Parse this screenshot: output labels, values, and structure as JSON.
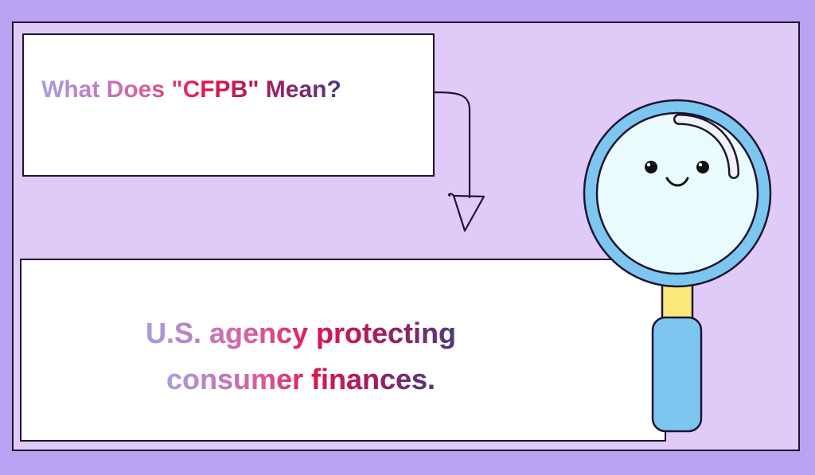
{
  "colors": {
    "background": "#b9a2f2",
    "panel": "#e0cbf8",
    "box": "#ffffff",
    "outline": "#1e1530",
    "lens_ring": "#7cc6f0",
    "lens_glass": "#e9fbfd",
    "handle_neck": "#fbe97a",
    "handle_grip": "#7cc6f0",
    "text_gradient": [
      "#a79ee0",
      "#d5609e",
      "#e0154e",
      "#9c2060",
      "#4a3a7c"
    ]
  },
  "question": {
    "text": "What Does \"CFPB\" Mean?"
  },
  "answer": {
    "line1": "U.S. agency protecting",
    "line2": "consumer finances."
  },
  "illustration": {
    "arrow_icon": "hand-drawn-arrow-down",
    "magnifier_icon": "smiling-magnifying-glass"
  }
}
